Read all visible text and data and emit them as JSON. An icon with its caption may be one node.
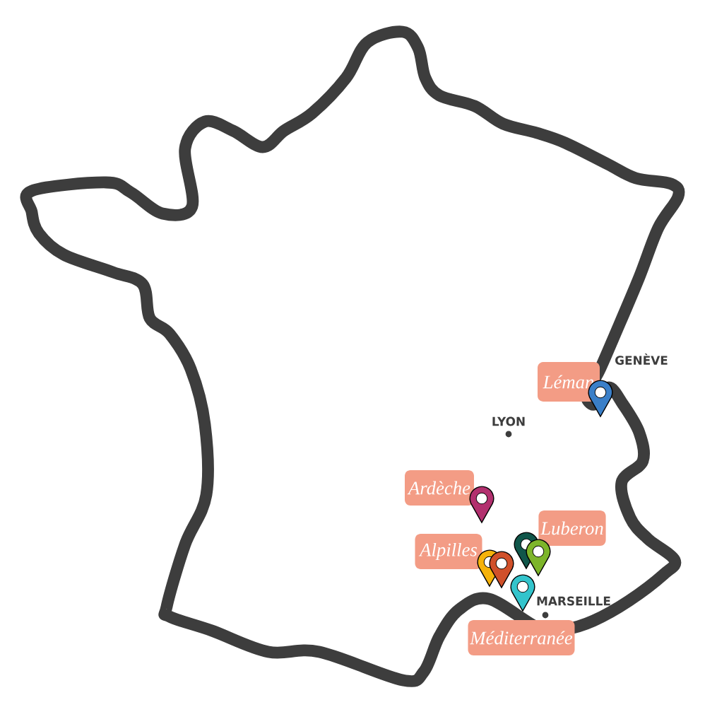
{
  "diagram": {
    "nodes": [
      {
        "text": [
          "Léman"
        ]
      },
      {
        "text": [
          "Ardèche"
        ]
      },
      {
        "text": [
          "Luberon"
        ]
      },
      {
        "text": [
          "Alpilles"
        ]
      },
      {
        "text": [
          "Méditerranée"
        ]
      }
    ],
    "labels": [
      "GENÈVE",
      "LYON",
      "MARSEILLE"
    ]
  }
}
